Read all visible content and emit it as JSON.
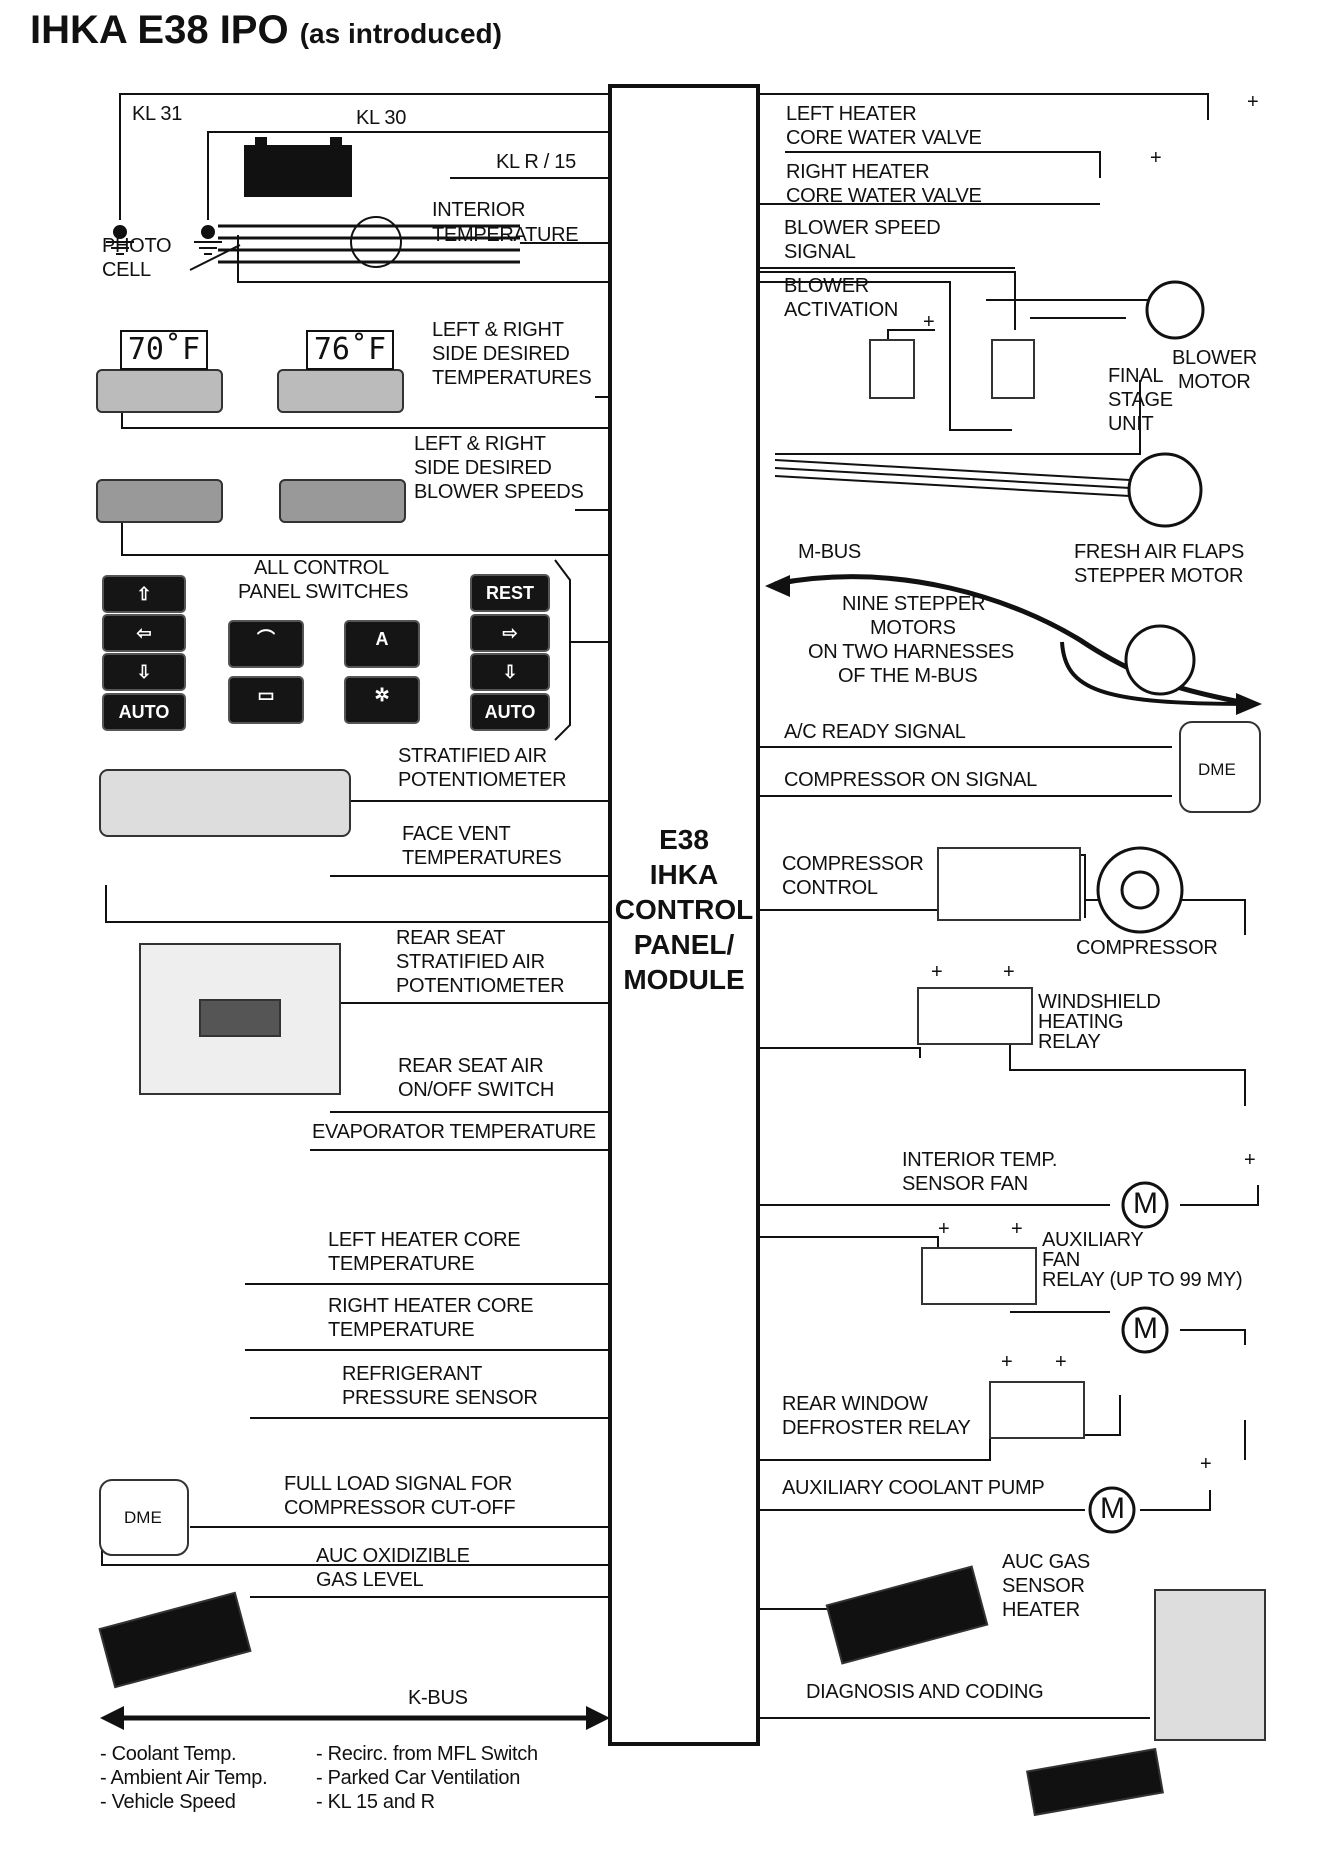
{
  "title": {
    "main": "IHKA E38 IPO",
    "sub": "(as introduced)"
  },
  "module": {
    "lines": [
      "E38",
      "IHKA",
      "CONTROL",
      "PANEL/",
      "MODULE"
    ]
  },
  "left_inputs": {
    "kl31": "KL 31",
    "kl30": "KL 30",
    "klr15": "KL R / 15",
    "photo_cell": [
      "PHOTO",
      "CELL"
    ],
    "interior_temperature": [
      "INTERIOR",
      "TEMPERATURE"
    ],
    "desired_temps": [
      "LEFT & RIGHT",
      "SIDE DESIRED",
      "TEMPERATURES"
    ],
    "lcd_left": "70˚F",
    "lcd_right": "76˚F",
    "blower_speeds": [
      "LEFT & RIGHT",
      "SIDE DESIRED",
      "BLOWER SPEEDS"
    ],
    "control_switches": [
      "ALL CONTROL",
      "PANEL SWITCHES"
    ],
    "switch_labels": {
      "rest": "REST",
      "auto_left": "AUTO",
      "auto_right": "AUTO"
    },
    "stratified": [
      "STRATIFIED AIR",
      "POTENTIOMETER"
    ],
    "face_vent": [
      "FACE VENT",
      "TEMPERATURES"
    ],
    "rear_stratified": [
      "REAR SEAT",
      "STRATIFIED AIR",
      "POTENTIOMETER"
    ],
    "rear_air_switch": [
      "REAR SEAT AIR",
      "ON/OFF SWITCH"
    ],
    "evaporator": "EVAPORATOR TEMPERATURE",
    "left_heater_core": [
      "LEFT HEATER CORE",
      "TEMPERATURE"
    ],
    "right_heater_core": [
      "RIGHT HEATER CORE",
      "TEMPERATURE"
    ],
    "refrigerant": [
      "REFRIGERANT",
      "PRESSURE SENSOR"
    ],
    "full_load": [
      "FULL LOAD SIGNAL FOR",
      "COMPRESSOR CUT-OFF"
    ],
    "dme_left": "DME",
    "auc_oxidizible": [
      "AUC OXIDIZIBLE",
      "GAS LEVEL"
    ],
    "kbus": "K-BUS",
    "kbus_list_left": [
      "- Coolant Temp.",
      "- Ambient Air Temp.",
      "- Vehicle Speed"
    ],
    "kbus_list_right": [
      "- Recirc. from MFL Switch",
      "- Parked Car Ventilation",
      "- KL 15 and R"
    ]
  },
  "right_outputs": {
    "left_valve": [
      "LEFT HEATER",
      "CORE WATER VALVE"
    ],
    "right_valve": [
      "RIGHT HEATER",
      "CORE WATER VALVE"
    ],
    "blower_signal": [
      "BLOWER SPEED",
      "SIGNAL"
    ],
    "blower_activation": [
      "BLOWER",
      "ACTIVATION"
    ],
    "final_stage": [
      "FINAL",
      "STAGE",
      "UNIT"
    ],
    "blower_motor": [
      "BLOWER",
      "MOTOR"
    ],
    "fresh_air": [
      "FRESH AIR FLAPS",
      "STEPPER MOTOR"
    ],
    "mbus": "M-BUS",
    "stepper_motors": [
      "NINE STEPPER",
      "MOTORS",
      "ON TWO HARNESSES",
      "OF THE M-BUS"
    ],
    "ac_ready": "A/C READY SIGNAL",
    "compressor_on": "COMPRESSOR ON SIGNAL",
    "dme_right": "DME",
    "compressor_control": [
      "COMPRESSOR",
      "CONTROL"
    ],
    "compressor": "COMPRESSOR",
    "windshield": [
      "WINDSHIELD",
      "HEATING",
      "RELAY"
    ],
    "interior_fan": [
      "INTERIOR TEMP.",
      "SENSOR FAN"
    ],
    "auxiliary_fan": [
      "AUXILIARY",
      "FAN",
      "RELAY  (UP TO 99 MY)"
    ],
    "rear_window": [
      "REAR WINDOW",
      "DEFROSTER RELAY"
    ],
    "aux_pump": "AUXILIARY COOLANT PUMP",
    "auc_sensor": [
      "AUC GAS",
      "SENSOR",
      "HEATER"
    ],
    "diagnosis": "DIAGNOSIS  AND CODING",
    "motor_symbol": "M",
    "plus": "+"
  }
}
